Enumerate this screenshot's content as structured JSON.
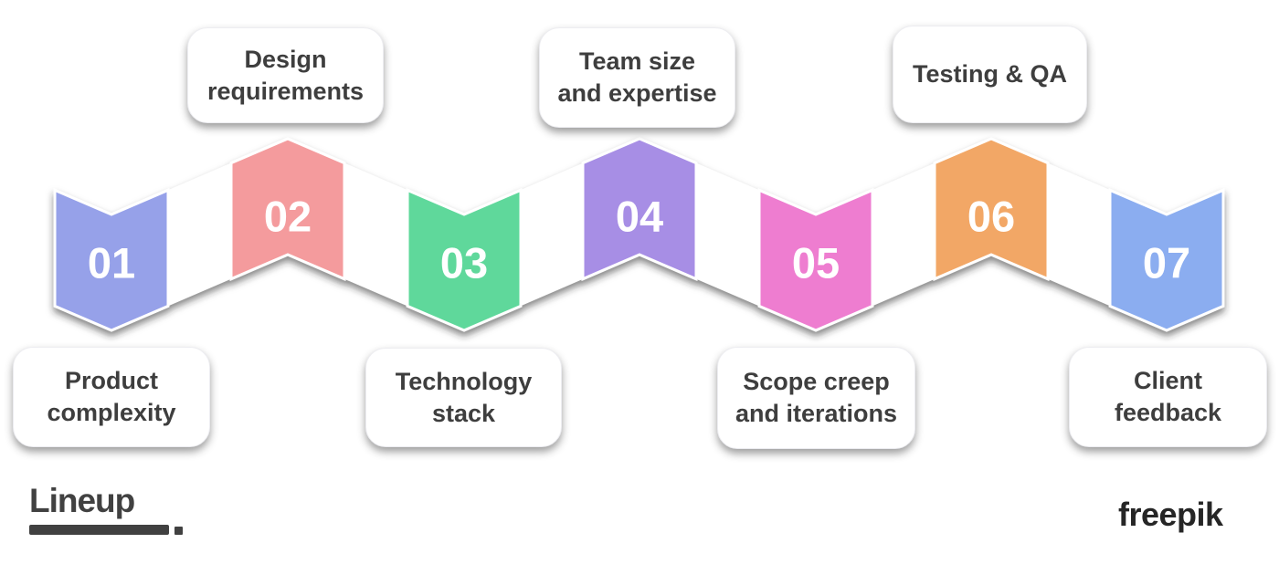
{
  "diagram": {
    "steps": [
      {
        "number": "01",
        "label": "Product complexity",
        "color": "#96A1E9",
        "label_position": "bottom"
      },
      {
        "number": "02",
        "label": "Design requirements",
        "color": "#F49B9D",
        "label_position": "top"
      },
      {
        "number": "03",
        "label": "Technology stack",
        "color": "#5FD89B",
        "label_position": "bottom"
      },
      {
        "number": "04",
        "label": "Team size and expertise",
        "color": "#A78EE5",
        "label_position": "top"
      },
      {
        "number": "05",
        "label": "Scope creep and iterations",
        "color": "#EE7DD0",
        "label_position": "bottom"
      },
      {
        "number": "06",
        "label": "Testing & QA",
        "color": "#F2A766",
        "label_position": "top"
      },
      {
        "number": "07",
        "label": "Client feedback",
        "color": "#8BADF0",
        "label_position": "bottom"
      }
    ],
    "band_color": "#FFFFFF",
    "number_text_color": "#FFFFFF",
    "card_text_color": "#3E3E3E"
  },
  "footer": {
    "left_logo_text": "Lineup",
    "left_logo_color": "#414141",
    "right_logo_text": "freepik",
    "right_logo_color": "#262626"
  }
}
